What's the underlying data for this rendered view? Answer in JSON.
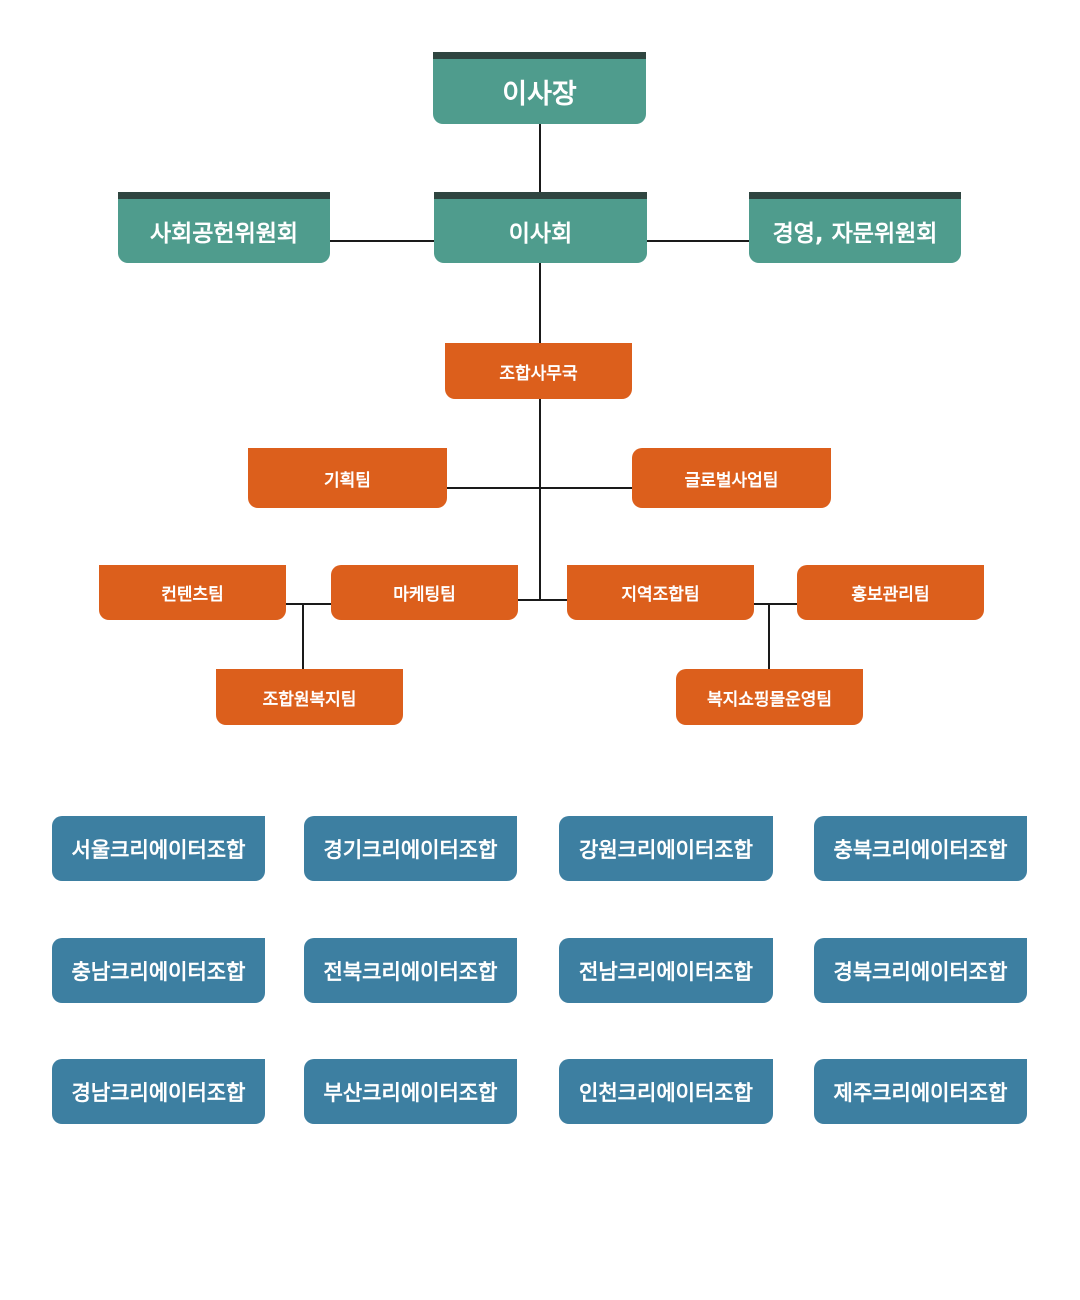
{
  "chairman": "이사장",
  "board": "이사회",
  "social_committee": "사회공헌위원회",
  "advisory_committee": "경영, 자문위원회",
  "secretariat": "조합사무국",
  "teams": {
    "planning": "기획팀",
    "global": "글로벌사업팀",
    "contents": "컨텐츠팀",
    "marketing": "마케팅팀",
    "regional": "지역조합팀",
    "pr": "홍보관리팀",
    "member_welfare": "조합원복지팀",
    "welfare_shopping": "복지쇼핑몰운영팀"
  },
  "regional_unions": [
    "서울크리에이터조합",
    "경기크리에이터조합",
    "강원크리에이터조합",
    "충북크리에이터조합",
    "충남크리에이터조합",
    "전북크리에이터조합",
    "전남크리에이터조합",
    "경북크리에이터조합",
    "경남크리에이터조합",
    "부산크리에이터조합",
    "인천크리에이터조합",
    "제주크리에이터조합"
  ]
}
